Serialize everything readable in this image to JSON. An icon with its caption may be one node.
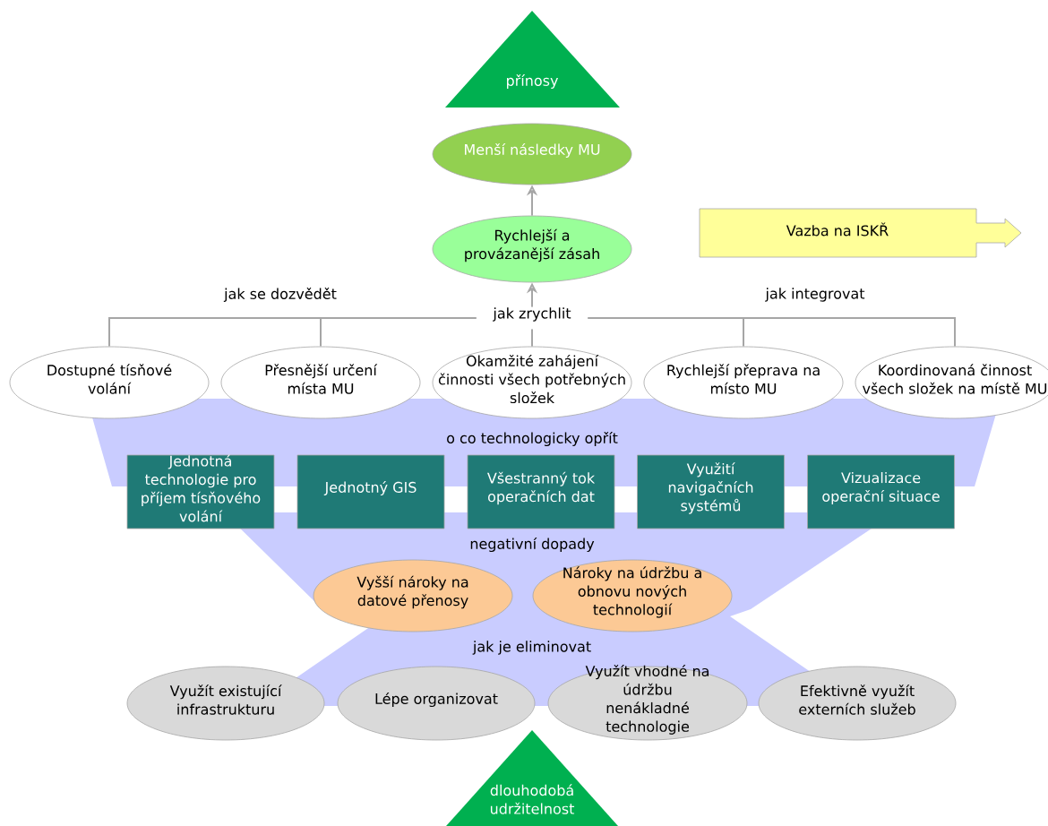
{
  "diagram": {
    "nodes": [
      {
        "text": [
          "přínosy"
        ]
      },
      {
        "text": [
          "Menší následky MU"
        ]
      },
      {
        "text": [
          "Rychlejší a provázanější zásah"
        ]
      },
      {
        "text": [
          "Vazba na ISKŘ"
        ]
      },
      {
        "text": [
          "jak zrychlit"
        ]
      },
      {
        "text": [
          "Dostupné tísňové volání"
        ]
      },
      {
        "text": [
          "Přesnější určení místa MU"
        ]
      },
      {
        "text": [
          "Okamžité zahájení činnosti všech potřebných složek"
        ]
      },
      {
        "text": [
          "Rychlejší přeprava na místo MU"
        ]
      },
      {
        "text": [
          "Koordinovaná činnost všech složek na místě MU"
        ]
      },
      {
        "text": [
          "Jednotná technologie pro příjem tísňového volání"
        ]
      },
      {
        "text": [
          "Jednotný GIS"
        ]
      },
      {
        "text": [
          "Všestranný tok operačních dat"
        ]
      },
      {
        "text": [
          "Využití navigačních systémů"
        ]
      },
      {
        "text": [
          "Vizualizace operační situace"
        ]
      },
      {
        "text": [
          "Vyšší nároky na datové přenosy"
        ]
      },
      {
        "text": [
          "Nároky na údržbu a obnovu nových technologií"
        ]
      },
      {
        "text": [
          "Využít existující infrastrukturu"
        ]
      },
      {
        "text": [
          "Lépe organizovat"
        ]
      },
      {
        "text": [
          "Využít vhodné na údržbu nenákladné technologie"
        ]
      },
      {
        "text": [
          "Efektivně využít externích služeb"
        ]
      },
      {
        "text": [
          "dlouhodobá udržitelnost"
        ]
      }
    ],
    "edges": [
      {
        "from": 2,
        "to": 1,
        "arrow": "to"
      },
      {
        "from": 4,
        "to": 2,
        "arrow": "to"
      },
      {
        "from": 5,
        "to": 4,
        "arrow": "none"
      },
      {
        "from": 6,
        "to": 4,
        "arrow": "none"
      },
      {
        "from": 7,
        "to": 4,
        "arrow": "none"
      },
      {
        "from": 8,
        "to": 4,
        "arrow": "none"
      },
      {
        "from": 9,
        "to": 4,
        "arrow": "none"
      }
    ],
    "labels": [
      "jak se dozvědět",
      "jak integrovat",
      "o co technologicky opřít",
      "negativní dopady",
      "jak je eliminovat"
    ]
  }
}
